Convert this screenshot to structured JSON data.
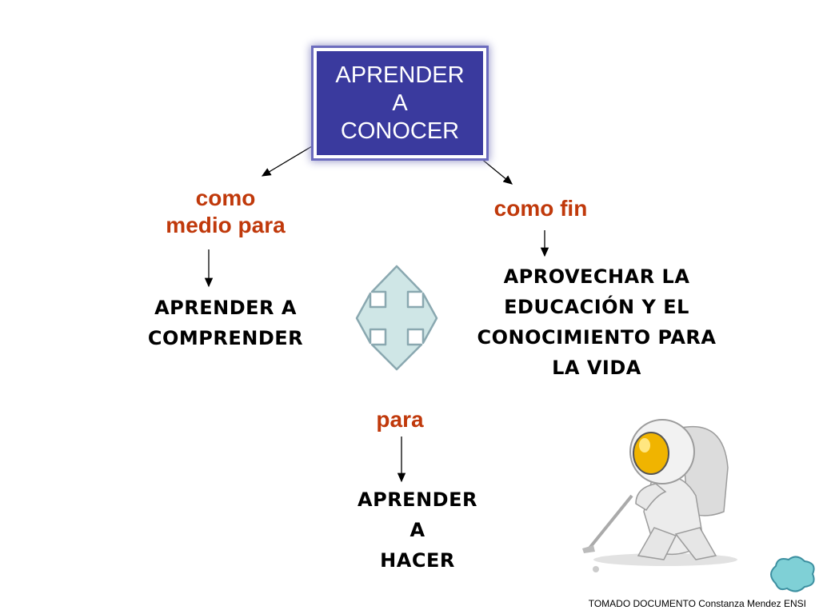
{
  "title": {
    "lines": [
      "APRENDER",
      "A",
      "CONOCER"
    ]
  },
  "connectors": {
    "left": [
      "como",
      "medio para"
    ],
    "right": "como fin",
    "bottom": "para"
  },
  "nodes": {
    "comprender": [
      "APRENDER A",
      "COMPRENDER"
    ],
    "aprovechar": [
      "APROVECHAR LA",
      "EDUCACIÓN Y EL",
      "CONOCIMIENTO PARA",
      "LA VIDA"
    ],
    "hacer": [
      "APRENDER",
      "A",
      "HACER"
    ]
  },
  "credit": "TOMADO DOCUMENTO Constanza Mendez ENSI",
  "colors": {
    "title_bg": "#3a3a9e",
    "connector": "#c0390b",
    "cross_fill": "#cfe6e6",
    "cross_stroke": "#8aa8b0"
  },
  "icons": [
    "four-way-arrow-icon",
    "astronaut-golfer-icon",
    "speech-cloud-icon"
  ]
}
